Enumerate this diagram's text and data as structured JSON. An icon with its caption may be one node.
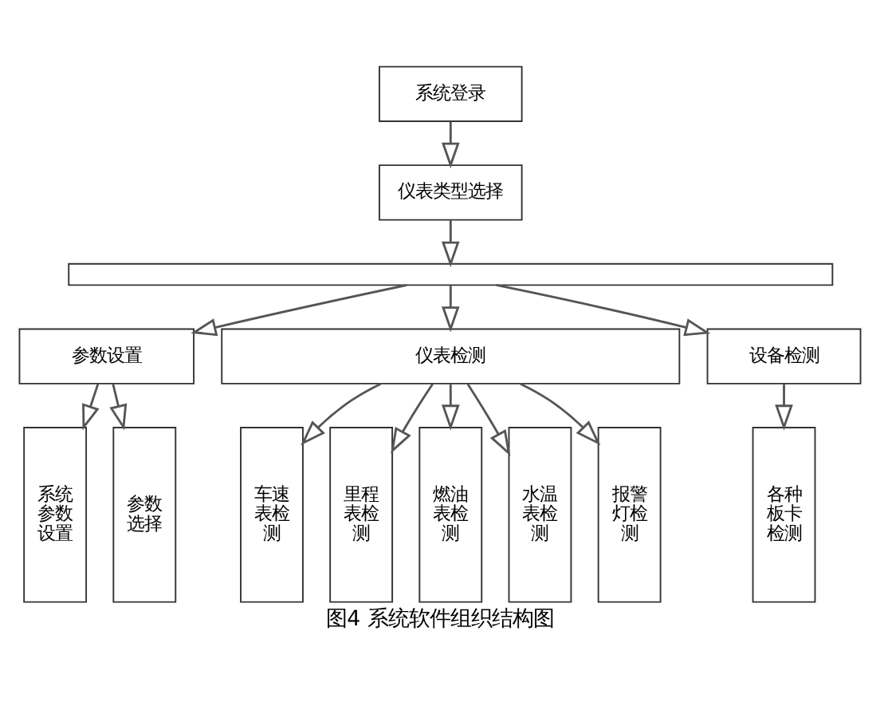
{
  "diagram": {
    "caption": "图4 系统软件组织结构图",
    "nodes": [
      {
        "text": [
          "系统登录"
        ]
      },
      {
        "text": [
          "仪表类型选择"
        ]
      },
      {
        "text": [],
        "shape": "bar"
      },
      {
        "text": [
          "参数设置"
        ]
      },
      {
        "text": [
          "仪表检测"
        ]
      },
      {
        "text": [
          "设备检测"
        ]
      },
      {
        "text": [
          "系统参数设置"
        ]
      },
      {
        "text": [
          "参数选择"
        ]
      },
      {
        "text": [
          "车速表检测"
        ]
      },
      {
        "text": [
          "里程表检测"
        ]
      },
      {
        "text": [
          "燃油表检测"
        ]
      },
      {
        "text": [
          "水温表检测"
        ]
      },
      {
        "text": [
          "报警灯检测"
        ]
      },
      {
        "text": [
          "各种板卡检测"
        ]
      }
    ],
    "edges": [
      {
        "from": 0,
        "to": 1,
        "arrow": "to"
      },
      {
        "from": 1,
        "to": 2,
        "arrow": "to"
      },
      {
        "from": 2,
        "to": 3,
        "arrow": "to"
      },
      {
        "from": 2,
        "to": 4,
        "arrow": "to"
      },
      {
        "from": 2,
        "to": 5,
        "arrow": "to"
      },
      {
        "from": 3,
        "to": 6,
        "arrow": "to"
      },
      {
        "from": 3,
        "to": 7,
        "arrow": "to"
      },
      {
        "from": 4,
        "to": 8,
        "arrow": "to"
      },
      {
        "from": 4,
        "to": 9,
        "arrow": "to"
      },
      {
        "from": 4,
        "to": 10,
        "arrow": "to"
      },
      {
        "from": 4,
        "to": 11,
        "arrow": "to"
      },
      {
        "from": 4,
        "to": 12,
        "arrow": "to"
      },
      {
        "from": 5,
        "to": 13,
        "arrow": "to"
      }
    ]
  }
}
